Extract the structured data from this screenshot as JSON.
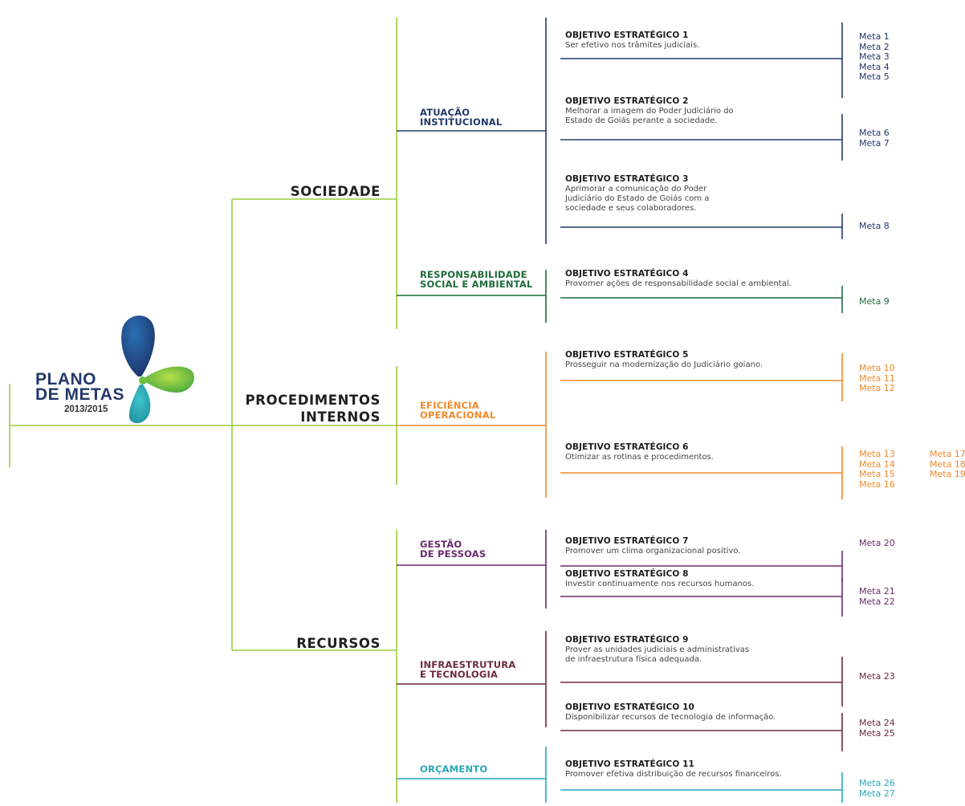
{
  "title": {
    "line1": "PLANO",
    "line2": "DE METAS",
    "years": "2013/2015"
  },
  "colors": {
    "green": "#9ccc3c",
    "navy": "#23386a",
    "darkgreen": "#1f6b3c",
    "orange": "#f08a2a",
    "purple": "#6a2a6e",
    "maroon": "#6e2a3a",
    "teal": "#2aa9b8"
  },
  "perspectives": [
    {
      "id": "sociedade",
      "lines": [
        "SOCIEDADE"
      ]
    },
    {
      "id": "procedimentos",
      "lines": [
        "PROCEDIMENTOS",
        "INTERNOS"
      ]
    },
    {
      "id": "recursos",
      "lines": [
        "RECURSOS"
      ]
    }
  ],
  "themes": [
    {
      "id": "atuacao",
      "lines": [
        "ATUAÇÃO",
        "INSTITUCIONAL"
      ],
      "color": "#23386a"
    },
    {
      "id": "responsabilidade",
      "lines": [
        "RESPONSABILIDADE",
        "SOCIAL E AMBIENTAL"
      ],
      "color": "#1f6b3c"
    },
    {
      "id": "eficiencia",
      "lines": [
        "EFICIÊNCIA",
        "OPERACIONAL"
      ],
      "color": "#f08a2a"
    },
    {
      "id": "gestao",
      "lines": [
        "GESTÃO",
        "DE PESSOAS"
      ],
      "color": "#6a2a6e"
    },
    {
      "id": "infra",
      "lines": [
        "INFRAESTRUTURA",
        "E TECNOLOGIA"
      ],
      "color": "#6e2a3a"
    },
    {
      "id": "orcamento",
      "lines": [
        "ORÇAMENTO"
      ],
      "color": "#2aa9b8"
    }
  ],
  "objectives": [
    {
      "title": "OBJETIVO ESTRATÉGICO 1",
      "desc": [
        "Ser efetivo nos trâmites judiciais."
      ],
      "metas": [
        "Meta 1",
        "Meta 2",
        "Meta 3",
        "Meta 4",
        "Meta 5"
      ],
      "metas_extra": []
    },
    {
      "title": "OBJETIVO ESTRATÉGICO 2",
      "desc": [
        "Melhorar a imagem do Poder Judiciário do",
        "Estado de Goiás perante a sociedade."
      ],
      "metas": [
        "Meta 6",
        "Meta 7"
      ],
      "metas_extra": []
    },
    {
      "title": "OBJETIVO ESTRATÉGICO 3",
      "desc": [
        "Aprimorar a comunicação do Poder",
        "Judiciário do Estado de Goiás com a",
        "sociedade e seus colaboradores."
      ],
      "metas": [
        "Meta 8"
      ],
      "metas_extra": []
    },
    {
      "title": "OBJETIVO ESTRATÉGICO 4",
      "desc": [
        "Provomer ações de responsabilidade social e ambiental."
      ],
      "metas": [
        "Meta 9"
      ],
      "metas_extra": []
    },
    {
      "title": "OBJETIVO ESTRATÉGICO 5",
      "desc": [
        "Prosseguir na modernização  do Judiciário goiano."
      ],
      "metas": [
        "Meta 10",
        "Meta 11",
        "Meta 12"
      ],
      "metas_extra": []
    },
    {
      "title": "OBJETIVO ESTRATÉGICO 6",
      "desc": [
        "Otimizar as rotinas e procedimentos."
      ],
      "metas": [
        "Meta 13",
        "Meta 14",
        "Meta 15",
        "Meta 16"
      ],
      "metas_extra": [
        "Meta 17",
        "Meta 18",
        "Meta 19"
      ]
    },
    {
      "title": "OBJETIVO ESTRATÉGICO  7",
      "desc": [
        "Promover um clima organizacional positivo."
      ],
      "metas": [
        "Meta 20"
      ],
      "metas_extra": []
    },
    {
      "title": "OBJETIVO ESTRATÉGICO 8",
      "desc": [
        "Investir continuamente nos recursos humanos."
      ],
      "metas": [
        "Meta 21",
        "Meta 22"
      ],
      "metas_extra": []
    },
    {
      "title": "OBJETIVO ESTRATÉGICO 9",
      "desc": [
        "Prover as unidades judiciais e administrativas",
        "de infraestrutura física adequada."
      ],
      "metas": [
        "Meta 23"
      ],
      "metas_extra": []
    },
    {
      "title": "OBJETIVO ESTRATÉGICO 10",
      "desc": [
        "Disponibilizar recursos de tecnologia de informação."
      ],
      "metas": [
        "Meta 24",
        "Meta 25"
      ],
      "metas_extra": []
    },
    {
      "title": "OBJETIVO ESTRATÉGICO 11",
      "desc": [
        "Promover efetiva distribuição de recursos financeiros."
      ],
      "metas": [
        "Meta 26",
        "Meta 27"
      ],
      "metas_extra": []
    }
  ]
}
